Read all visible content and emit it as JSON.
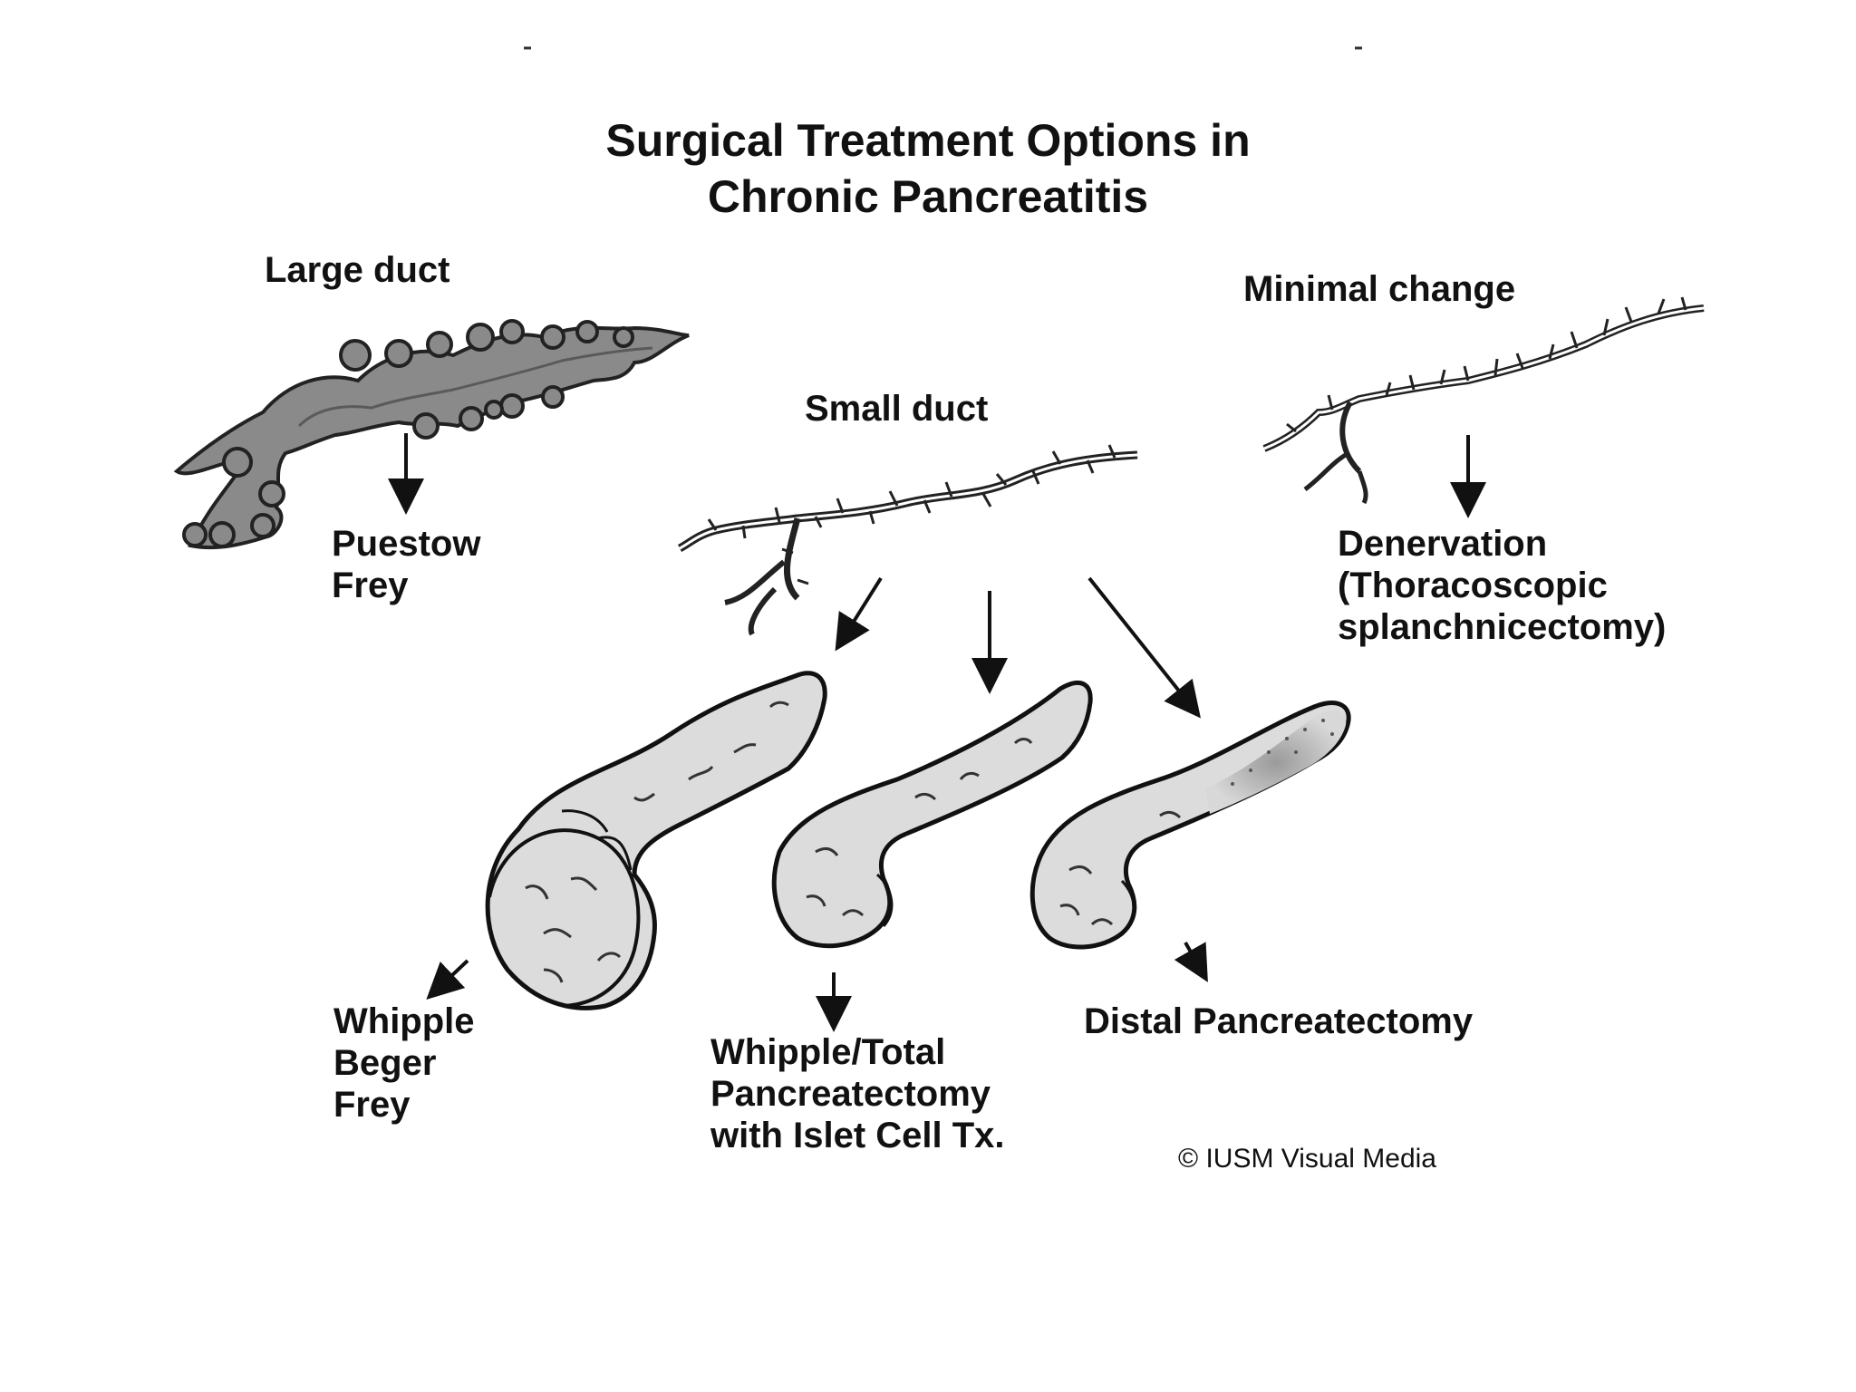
{
  "title": {
    "line1": "Surgical Treatment Options in",
    "line2": "Chronic Pancreatitis"
  },
  "categories": {
    "large_duct": "Large duct",
    "small_duct": "Small duct",
    "minimal_change": "Minimal change"
  },
  "procedures": {
    "large_duct": [
      "Puestow",
      "Frey"
    ],
    "minimal_change": [
      "Denervation",
      "(Thoracoscopic",
      "splanchnicectomy)"
    ],
    "head": [
      "Whipple",
      "Beger",
      "Frey"
    ],
    "total": [
      "Whipple/Total",
      "Pancreatectomy",
      "with Islet Cell Tx."
    ],
    "distal": [
      "Distal Pancreatectomy"
    ]
  },
  "credit": "© IUSM Visual Media"
}
